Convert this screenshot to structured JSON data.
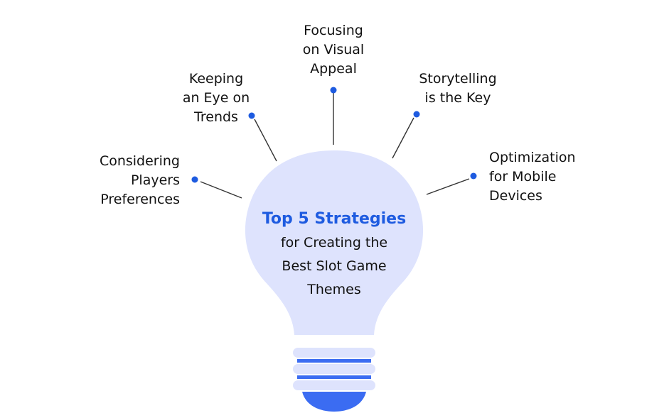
{
  "colors": {
    "bulb_fill": "#dee3fd",
    "accent": "#1e5be0",
    "base_stripe": "#3b6cf2",
    "base_light": "#dee3fd",
    "connector": "#333333"
  },
  "title": {
    "highlight": "Top 5 Strategies",
    "lines": [
      "for Creating the",
      "Best Slot Game",
      "Themes"
    ]
  },
  "strategies": [
    {
      "lines": [
        "Considering",
        "Players",
        "Preferences"
      ]
    },
    {
      "lines": [
        "Keeping",
        "an Eye on",
        "Trends"
      ]
    },
    {
      "lines": [
        "Focusing",
        "on Visual",
        "Appeal"
      ]
    },
    {
      "lines": [
        "Storytelling",
        "is the Key"
      ]
    },
    {
      "lines": [
        "Optimization",
        "for Mobile",
        "Devices"
      ]
    }
  ]
}
